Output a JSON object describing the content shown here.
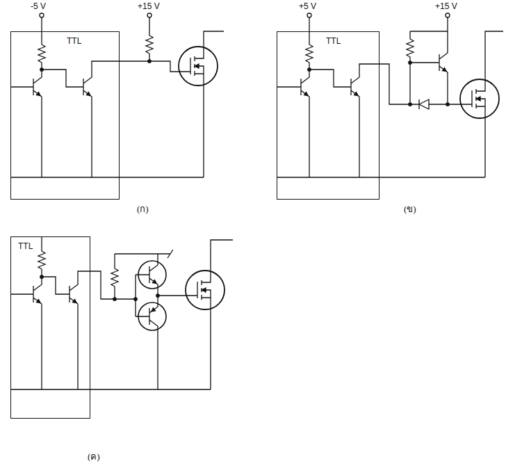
{
  "diagram": {
    "nodes": [
      {
        "text": [
          "TTL"
        ]
      },
      {
        "text": [
          "TTL"
        ]
      },
      {
        "text": [
          "TTL"
        ]
      }
    ],
    "labels": [
      "-5 V",
      "+15 V",
      "(ก)",
      "+5 V",
      "+15 V",
      "(ข)",
      "(ค)"
    ]
  }
}
